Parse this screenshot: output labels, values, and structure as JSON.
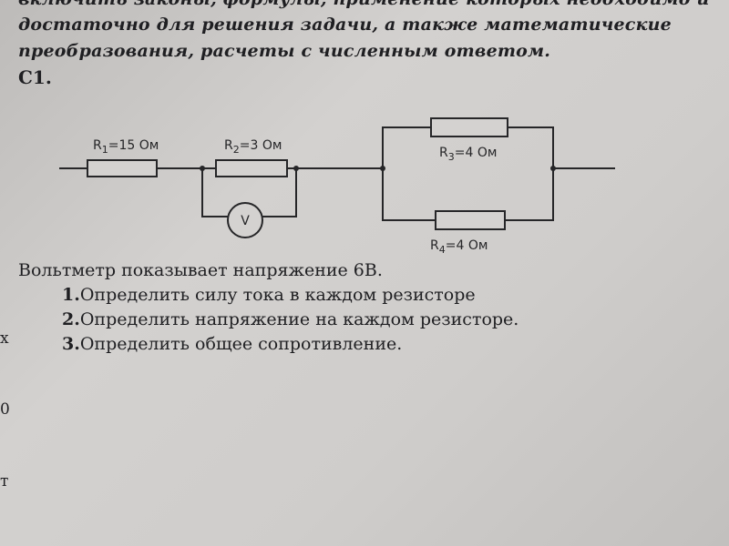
{
  "header": {
    "lines": [
      "включить законы, формулы, применение которых необходимо и",
      "достаточно для решения задачи, а также математические",
      "преобразования, расчеты с численным ответом."
    ]
  },
  "task_id": "С1.",
  "circuit": {
    "resistors": [
      {
        "name": "R",
        "sub": "1",
        "value": "=15 Ом"
      },
      {
        "name": "R",
        "sub": "2",
        "value": "=3 Ом"
      },
      {
        "name": "R",
        "sub": "3",
        "value": "=4 Ом"
      },
      {
        "name": "R",
        "sub": "4",
        "value": "=4 Ом"
      }
    ],
    "voltmeter_symbol": "V"
  },
  "questions": {
    "intro": "Вольтметр показывает напряжение 6В.",
    "items": [
      {
        "number": "1.",
        "text": "Определить силу тока в каждом резисторе"
      },
      {
        "number": "2.",
        "text": "Определить напряжение на каждом резисторе."
      },
      {
        "number": "3.",
        "text": "Определить общее сопротивление."
      }
    ]
  },
  "margin_letters": [
    "х",
    "0",
    "т"
  ]
}
